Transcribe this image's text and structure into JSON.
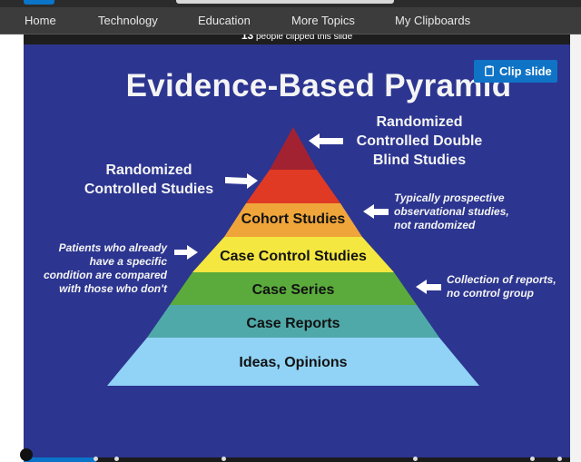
{
  "nav": {
    "items": [
      "Home",
      "Technology",
      "Education",
      "More Topics",
      "My Clipboards"
    ]
  },
  "clip_count": {
    "number": "13",
    "text": "people clipped this slide"
  },
  "clip_button": {
    "label": "Clip slide"
  },
  "slide": {
    "title": "Evidence-Based Pyramid",
    "levels": [
      {
        "label": "",
        "color": "#a32231"
      },
      {
        "label": "",
        "color": "#e03a24"
      },
      {
        "label": "Cohort Studies",
        "color": "#f0a53a"
      },
      {
        "label": "Case Control Studies",
        "color": "#f4e740"
      },
      {
        "label": "Case Series",
        "color": "#5aab3c"
      },
      {
        "label": "Case Reports",
        "color": "#50a9a9"
      },
      {
        "label": "Ideas, Opinions",
        "color": "#91d3f6"
      }
    ],
    "top_label": [
      "Randomized",
      "Controlled Double",
      "Blind Studies"
    ],
    "rct_label": [
      "Randomized",
      "Controlled Studies"
    ],
    "cohort_note": [
      "Typically prospective",
      "observational studies,",
      "not randomized"
    ],
    "case_control_note": [
      "Patients who already",
      "have a specific",
      "condition are compared",
      "with those who don't"
    ],
    "case_series_note": [
      "Collection of reports,",
      "no control group"
    ]
  },
  "colors": {
    "slide_bg": "#2c3590",
    "nav_bg": "#3c3c3c",
    "accent": "#0f73c6"
  }
}
